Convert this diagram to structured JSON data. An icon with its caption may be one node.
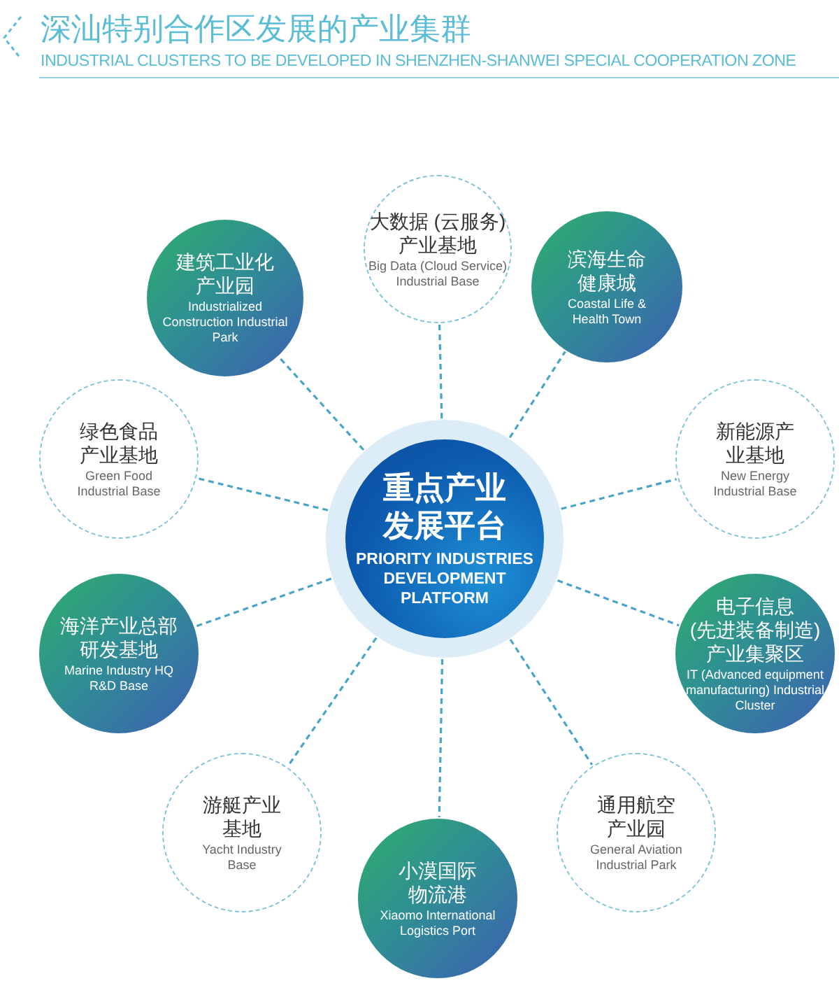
{
  "diagram": {
    "title": "深汕特别合作区发展的产业集群",
    "labels": [
      "INDUSTRIAL CLUSTERS TO BE DEVELOPED IN SHENZHEN-SHANWEI SPECIAL COOPERATION ZONE"
    ],
    "nodes": [
      {
        "text": [
          "重点产业发展平台",
          "PRIORITY INDUSTRIES DEVELOPMENT PLATFORM"
        ]
      },
      {
        "text": [
          "大数据 (云服务) 产业基地",
          "Big Data (Cloud Service) Industrial Base"
        ]
      },
      {
        "text": [
          "滨海生命健康城",
          "Coastal Life & Health Town"
        ]
      },
      {
        "text": [
          "新能源产业基地",
          "New Energy Industrial Base"
        ]
      },
      {
        "text": [
          "电子信息 (先进装备制造) 产业集聚区",
          "IT (Advanced equipment manufacturing) Industrial Cluster"
        ]
      },
      {
        "text": [
          "通用航空产业园",
          "General Aviation Industrial Park"
        ]
      },
      {
        "text": [
          "小漠国际物流港",
          "Xiaomo International Logistics Port"
        ]
      },
      {
        "text": [
          "游艇产业基地",
          "Yacht Industry Base"
        ]
      },
      {
        "text": [
          "海洋产业总部研发基地",
          "Marine Industry HQ R&D Base"
        ]
      },
      {
        "text": [
          "绿色食品产业基地",
          "Green Food Industrial Base"
        ]
      },
      {
        "text": [
          "建筑工业化产业园",
          "Industrialized Construction Industrial Park"
        ]
      }
    ],
    "edges": [
      {
        "from": 0,
        "to": 1,
        "arrow": "none"
      },
      {
        "from": 0,
        "to": 2,
        "arrow": "none"
      },
      {
        "from": 0,
        "to": 3,
        "arrow": "none"
      },
      {
        "from": 0,
        "to": 4,
        "arrow": "none"
      },
      {
        "from": 0,
        "to": 5,
        "arrow": "none"
      },
      {
        "from": 0,
        "to": 6,
        "arrow": "none"
      },
      {
        "from": 0,
        "to": 7,
        "arrow": "none"
      },
      {
        "from": 0,
        "to": 8,
        "arrow": "none"
      },
      {
        "from": 0,
        "to": 9,
        "arrow": "none"
      },
      {
        "from": 0,
        "to": 10,
        "arrow": "none"
      }
    ]
  }
}
